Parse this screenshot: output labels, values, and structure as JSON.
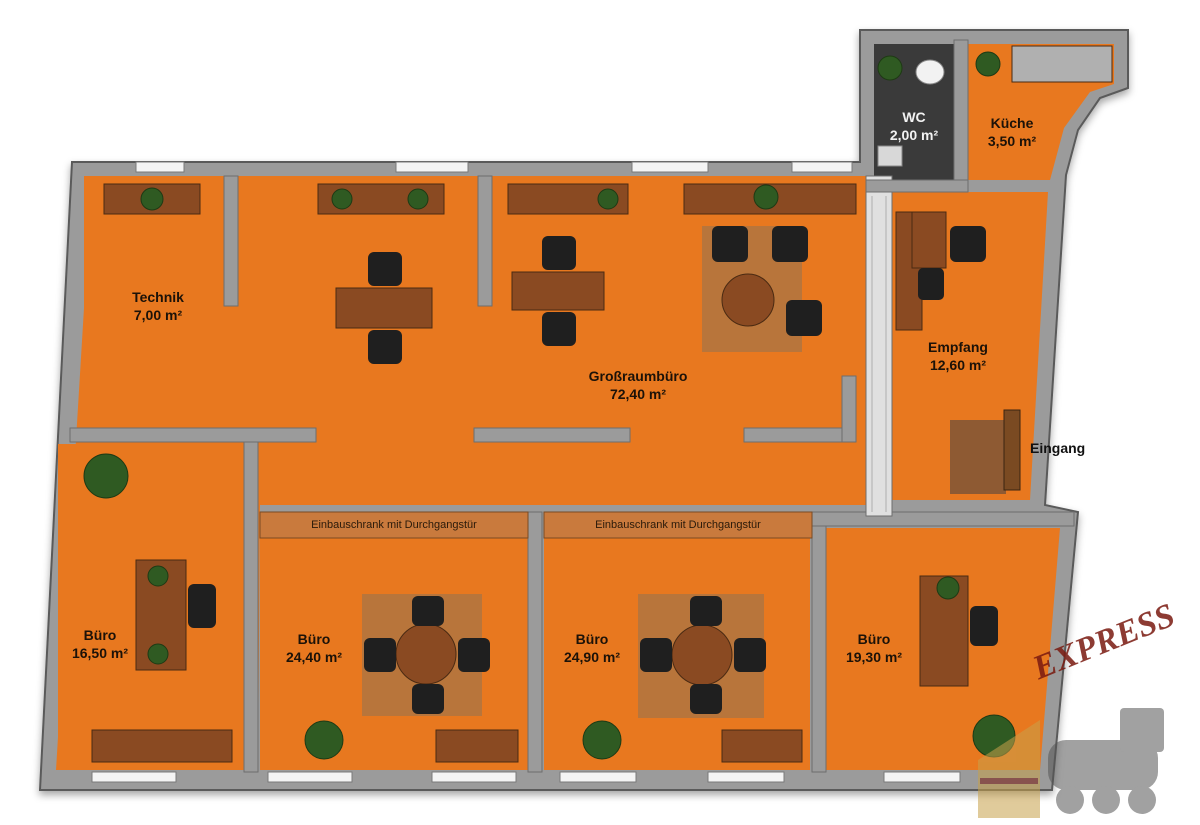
{
  "colors": {
    "floor": "#e8781f",
    "wall": "#9b9b9b",
    "wall_dark": "#5a5a5a",
    "furniture": "#8a4a22",
    "chair": "#1f1f1f",
    "plant": "#2f5a22",
    "wc_floor": "#3a3a3a"
  },
  "rooms": [
    {
      "id": "technik",
      "name": "Technik",
      "area": "7,00 m²"
    },
    {
      "id": "grossraum",
      "name": "Großraumbüro",
      "area": "72,40 m²"
    },
    {
      "id": "empfang",
      "name": "Empfang",
      "area": "12,60 m²"
    },
    {
      "id": "wc",
      "name": "WC",
      "area": "2,00 m²"
    },
    {
      "id": "kueche",
      "name": "Küche",
      "area": "3,50 m²"
    },
    {
      "id": "buero1",
      "name": "Büro",
      "area": "16,50 m²"
    },
    {
      "id": "buero2",
      "name": "Büro",
      "area": "24,40 m²"
    },
    {
      "id": "buero3",
      "name": "Büro",
      "area": "24,90 m²"
    },
    {
      "id": "buero4",
      "name": "Büro",
      "area": "19,30 m²"
    }
  ],
  "builtins": [
    "Einbauschrank mit Durchgangstür",
    "Einbauschrank mit Durchgangstür"
  ],
  "entrance": "Eingang",
  "logo": {
    "text": "EXPRESS",
    "icon": "steam-locomotive-icon"
  }
}
